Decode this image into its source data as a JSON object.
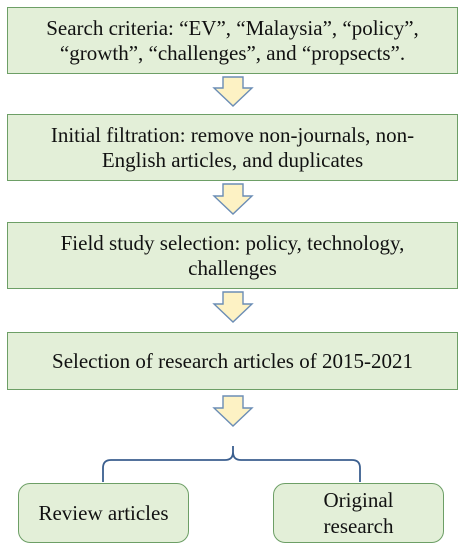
{
  "colors": {
    "box_fill": "#e3efd8",
    "box_border": "#6d9f66",
    "arrow_fill": "#fdf2c4",
    "arrow_border": "#6b8db5",
    "brace_color": "#3b5f8f"
  },
  "steps": [
    {
      "line1": "Search criteria: “EV”, “Malaysia”, “policy”,",
      "line2": "“growth”, “challenges”, and “propsects”."
    },
    {
      "line1": "Initial filtration: remove non-journals, non-",
      "line2": "English articles, and duplicates"
    },
    {
      "line1": "Field study selection: policy, technology,",
      "line2": "challenges"
    },
    {
      "line1": "Selection of research articles of 2015-2021"
    }
  ],
  "outcomes": [
    {
      "line1": "Review articles"
    },
    {
      "line1": "Original",
      "line2": "research"
    }
  ]
}
